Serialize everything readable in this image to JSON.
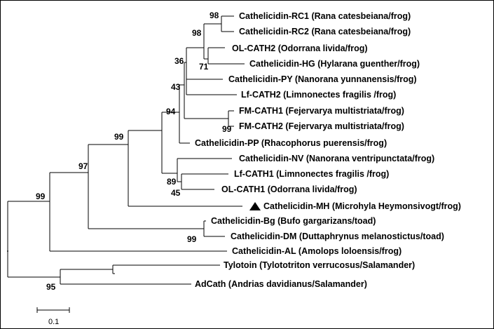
{
  "tree": {
    "taxa": {
      "rc1": "Cathelicidin-RC1 (Rana catesbeiana/frog)",
      "rc2": "Cathelicidin-RC2 (Rana catesbeiana/frog)",
      "olcath2": "OL-CATH2 (Odorrana livida/frog)",
      "hg": "Cathelicidin-HG (Hylarana guenther/frog)",
      "py": "Cathelicidin-PY (Nanorana yunnanensis/frog)",
      "lfcath2": "Lf-CATH2 (Limnonectes fragilis /frog)",
      "fmcath1": "FM-CATH1 (Fejervarya multistriata/frog)",
      "fmcath2": "FM-CATH2 (Fejervarya multistriata/frog)",
      "pp": "Cathelicidin-PP (Rhacophorus puerensis/frog)",
      "nv": "Cathelicidin-NV (Nanorana ventripunctata/frog)",
      "lfcath1": "Lf-CATH1 (Limnonectes fragilis /frog)",
      "olcath1": "OL-CATH1 (Odorrana livida/frog)",
      "mh": "Cathelicidin-MH (Microhyla Heymonsivogt/frog)",
      "bg": "Cathelicidin-Bg (Bufo gargarizans/toad)",
      "dm": "Cathelicidin-DM (Duttaphrynus melanostictus/toad)",
      "al": "Cathelicidin-AL (Amolops loloensis/frog)",
      "tylotoin": "Tylotoin (Tylototriton verrucosus/Salamander)",
      "adcath": "AdCath (Andrias davidianus/Salamander)"
    },
    "bootstrap": {
      "rc_pair": "98",
      "rc_ol2": "98",
      "ol2_hg": "71",
      "upper36": "36",
      "upper43": "43",
      "fm_pair": "99",
      "pp94": "94",
      "clade99": "99",
      "nv89": "89",
      "lf1_ol1": "45",
      "root97": "97",
      "root99": "99",
      "toad99": "99",
      "sal95": "95"
    },
    "highlight_marker": "triangle-marker",
    "scale_label": "0.1"
  }
}
